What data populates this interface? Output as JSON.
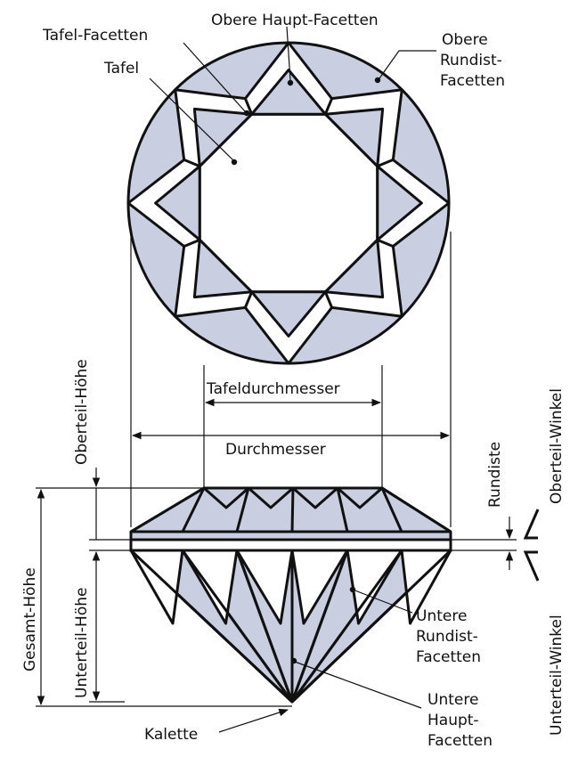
{
  "colors": {
    "facet_fill": "#c9cfe1",
    "line": "#111111",
    "background": "#ffffff"
  },
  "labels": {
    "obere_haupt_facetten": "Obere Haupt-Facetten",
    "tafel_facetten": "Tafel-Facetten",
    "tafel": "Tafel",
    "obere_rundist_1": "Obere",
    "obere_rundist_2": "Rundist-",
    "obere_rundist_3": "Facetten",
    "tafeldurchmesser": "Tafeldurchmesser",
    "durchmesser": "Durchmesser",
    "oberteil_hoehe": "Oberteil-Höhe",
    "gesamt_hoehe": "Gesamt-Höhe",
    "unterteil_hoehe": "Unterteil-Höhe",
    "rundiste": "Rundiste",
    "oberteil_winkel": "Oberteil-Winkel",
    "unterteil_winkel": "Unterteil-Winkel",
    "untere_rundist_1": "Untere",
    "untere_rundist_2": "Rundist-",
    "untere_rundist_3": "Facetten",
    "untere_haupt_1": "Untere",
    "untere_haupt_2": "Haupt-",
    "untere_haupt_3": "Facetten",
    "kalette": "Kalette"
  }
}
